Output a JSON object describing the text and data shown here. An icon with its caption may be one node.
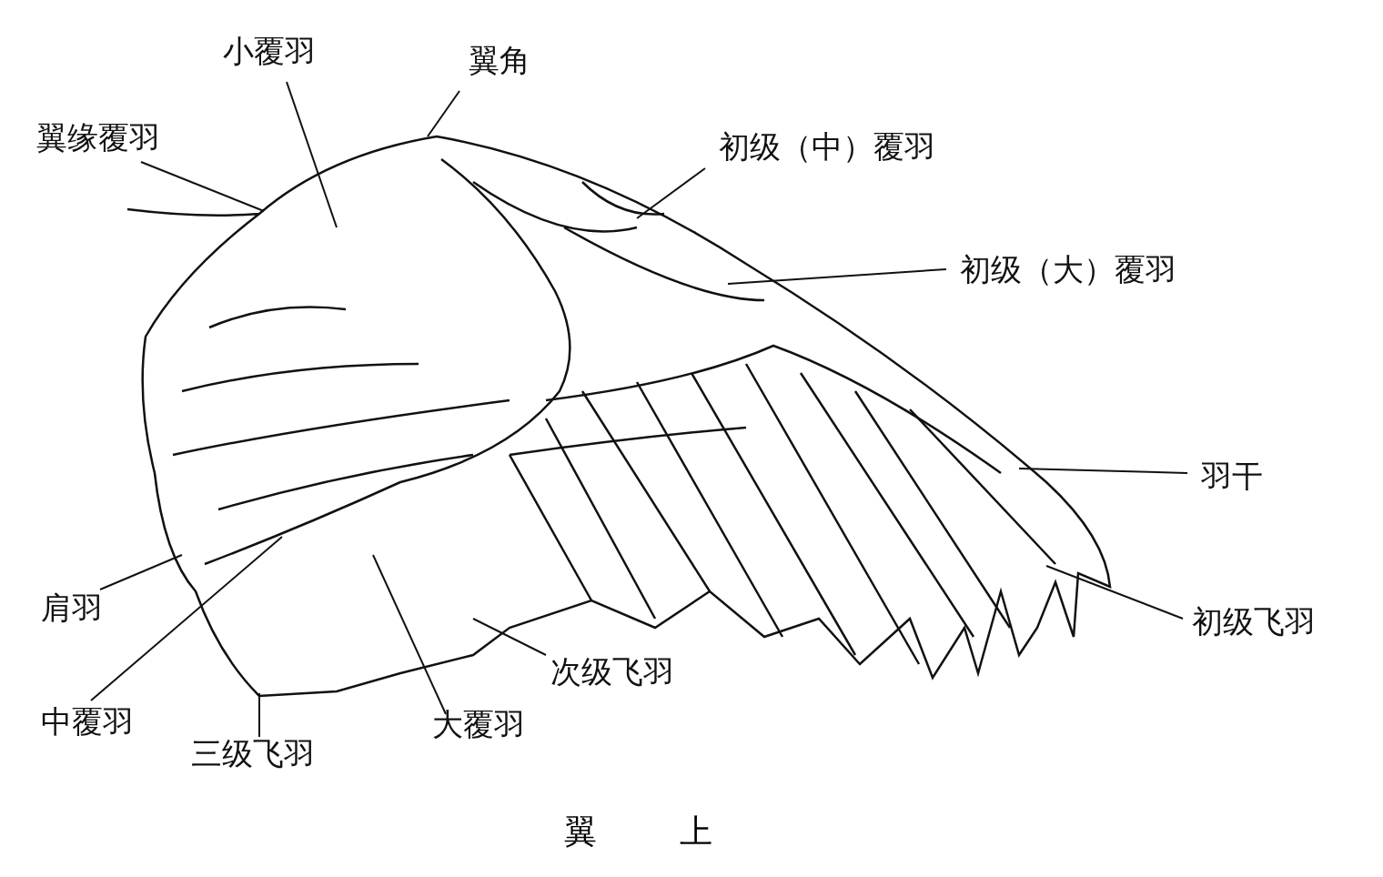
{
  "diagram": {
    "caption": "翼 上",
    "nodes": [
      {
        "text": [
          "小覆羽"
        ]
      },
      {
        "text": [
          "翼角"
        ]
      },
      {
        "text": [
          "翼缘覆羽"
        ]
      },
      {
        "text": [
          "初级（中）覆羽"
        ]
      },
      {
        "text": [
          "初级（大）覆羽"
        ]
      },
      {
        "text": [
          "羽干"
        ]
      },
      {
        "text": [
          "初级飞羽"
        ]
      },
      {
        "text": [
          "肩羽"
        ]
      },
      {
        "text": [
          "次级飞羽"
        ]
      },
      {
        "text": [
          "中覆羽"
        ]
      },
      {
        "text": [
          "大覆羽"
        ]
      },
      {
        "text": [
          "三级飞羽"
        ]
      }
    ],
    "edges": [
      {
        "from": 0,
        "to": null,
        "arrow": "none"
      },
      {
        "from": 1,
        "to": null,
        "arrow": "none"
      },
      {
        "from": 2,
        "to": null,
        "arrow": "none"
      },
      {
        "from": 3,
        "to": null,
        "arrow": "none"
      },
      {
        "from": 4,
        "to": null,
        "arrow": "none"
      },
      {
        "from": 5,
        "to": null,
        "arrow": "none"
      },
      {
        "from": 6,
        "to": null,
        "arrow": "none"
      },
      {
        "from": 7,
        "to": null,
        "arrow": "none"
      },
      {
        "from": 8,
        "to": null,
        "arrow": "none"
      },
      {
        "from": 9,
        "to": null,
        "arrow": "none"
      },
      {
        "from": 10,
        "to": null,
        "arrow": "none"
      },
      {
        "from": 11,
        "to": null,
        "arrow": "none"
      }
    ]
  }
}
